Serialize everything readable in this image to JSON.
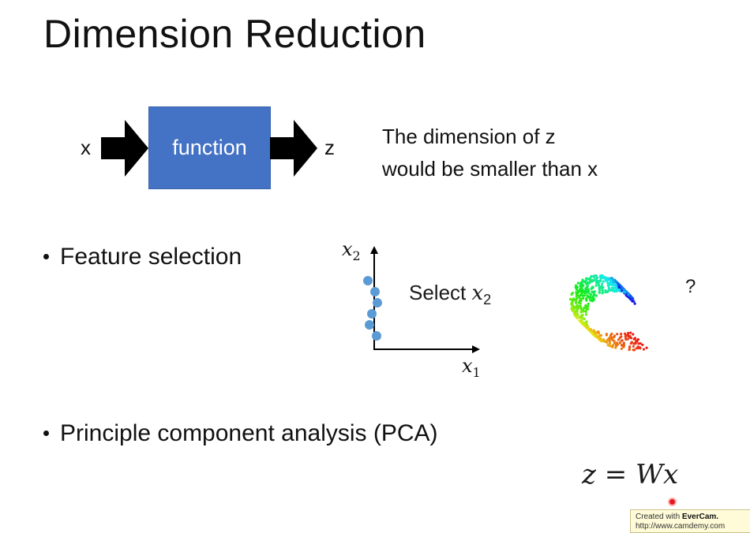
{
  "slide": {
    "title": "Dimension Reduction",
    "diagram": {
      "input_label": "x",
      "function_label": "function",
      "output_label": "z",
      "description_line1": "The dimension of z",
      "description_line2": "would be smaller than x"
    },
    "bullets": [
      {
        "text": "Feature selection"
      },
      {
        "text": "Principle component analysis (PCA)"
      }
    ],
    "feature_plot": {
      "y_axis_label": "x",
      "y_axis_sub": "2",
      "x_axis_label": "x",
      "x_axis_sub": "1",
      "select_text": "Select ",
      "select_var": "x",
      "select_sub": "2",
      "point_color": "#5b9bd5"
    },
    "manifold": {
      "question_mark": "?"
    },
    "equation": "z = Wx",
    "footer": {
      "line1_prefix": "Created with ",
      "line1_brand": "EverCam.",
      "line2": "http://www.camdemy.com"
    },
    "colors": {
      "function_box": "#4472c4",
      "text": "#111111"
    }
  }
}
